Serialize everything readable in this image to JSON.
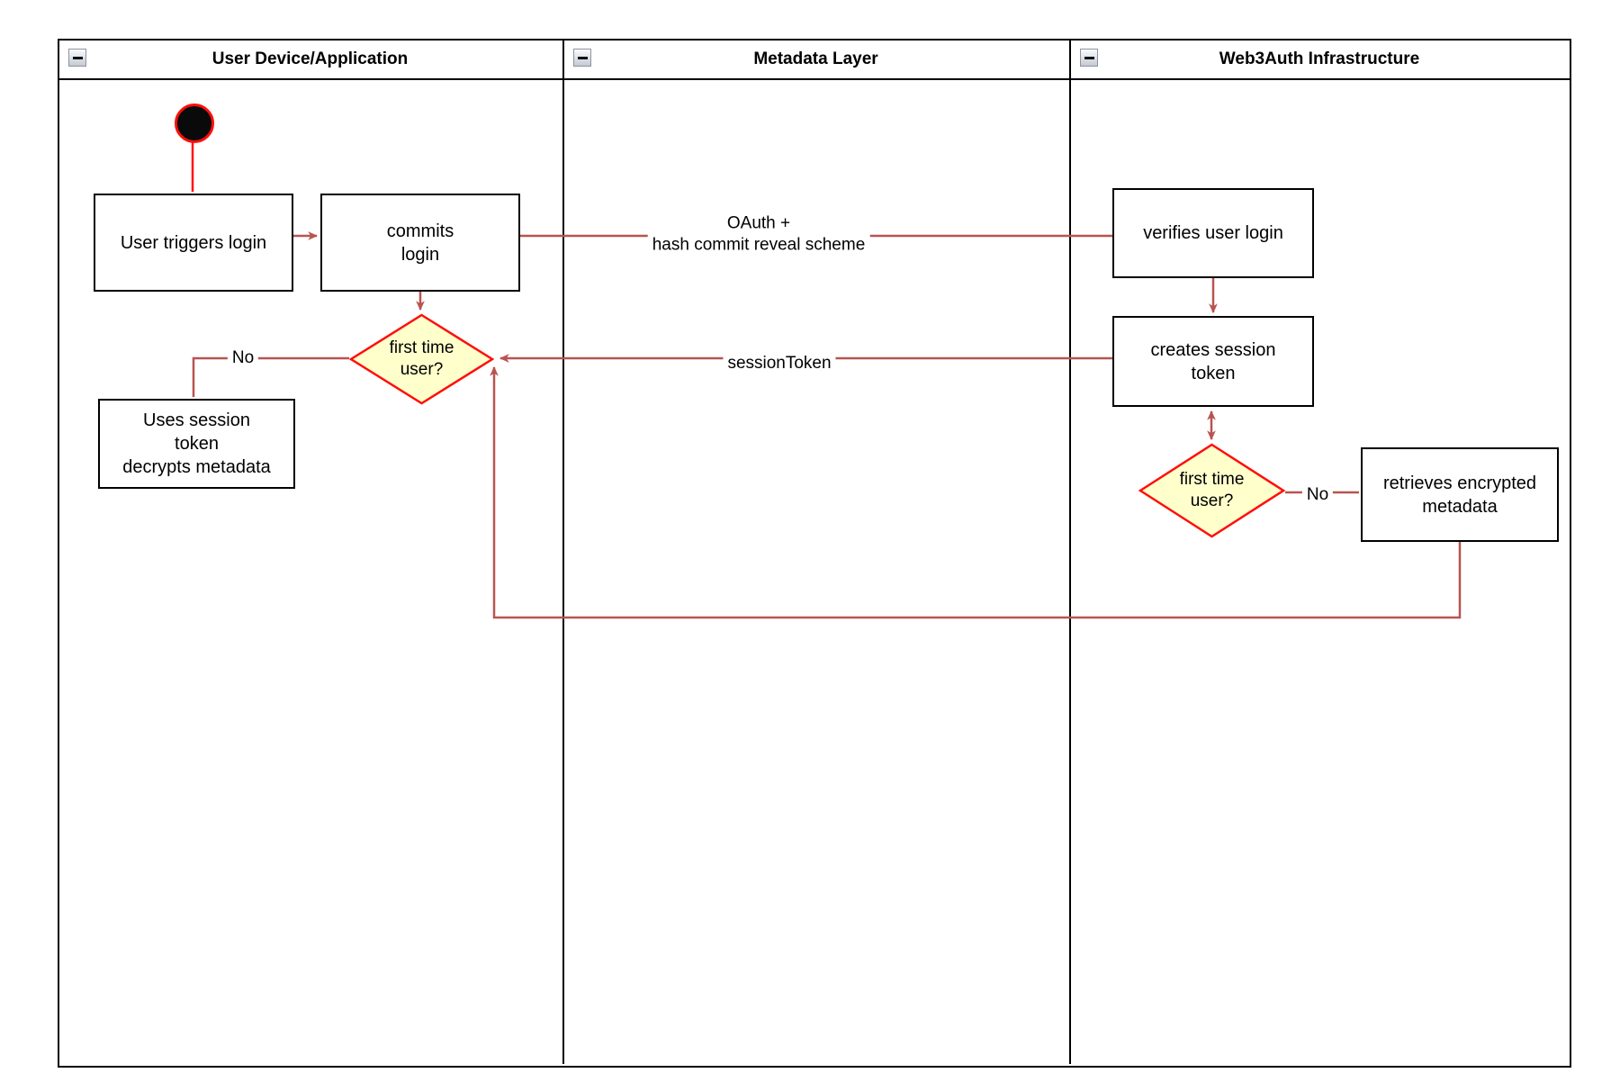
{
  "diagram": {
    "lanes": [
      {
        "title": "User Device/Application"
      },
      {
        "title": "Metadata Layer"
      },
      {
        "title": "Web3Auth Infrastructure"
      }
    ],
    "nodes": {
      "user_triggers_login": {
        "label": "User triggers login"
      },
      "commits_login": {
        "label": "commits\nlogin"
      },
      "first_time_user_app": {
        "label": "first time\nuser?"
      },
      "uses_session_token": {
        "label": "Uses session\ntoken\ndecrypts metadata"
      },
      "verifies_user_login": {
        "label": "verifies user login"
      },
      "creates_session_token": {
        "label": "creates session\ntoken"
      },
      "first_time_user_infra": {
        "label": "first time\nuser?"
      },
      "retrieves_encrypted_metadata": {
        "label": "retrieves encrypted\nmetadata"
      }
    },
    "edge_labels": {
      "oauth": "OAuth +\nhash commit reveal scheme",
      "session_token": "sessionToken",
      "no_app": "No",
      "no_infra": "No"
    },
    "icons": {
      "collapse": "minus-square"
    },
    "colors": {
      "connector": "#b85450",
      "accent_red": "#ff0f0a",
      "decision_fill": "#ffffcc",
      "node_border": "#000000"
    }
  }
}
